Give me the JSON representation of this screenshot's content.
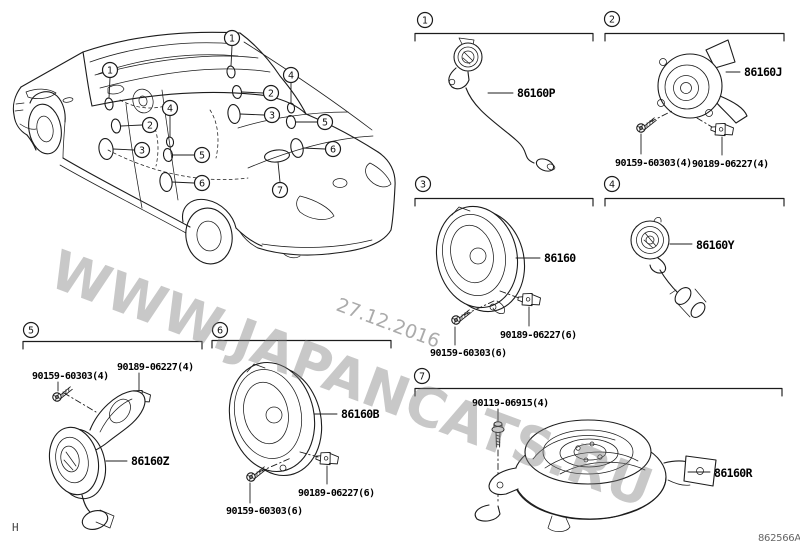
{
  "page": {
    "sheet_code": "H",
    "figure_code": "862566A"
  },
  "watermark": {
    "site": "WWW.JAPANCATS.RU",
    "date": "27.12.2016"
  },
  "car": {
    "front": [
      "1",
      "2",
      "3",
      "4",
      "5",
      "6"
    ],
    "rear": [
      "1",
      "2",
      "3",
      "4",
      "5",
      "6",
      "7"
    ]
  },
  "sections": {
    "s1": {
      "num": "1",
      "part": "86160P"
    },
    "s2": {
      "num": "2",
      "part": "86160J",
      "screw": "90159-60303(4)",
      "clip": "90189-06227(4)"
    },
    "s3": {
      "num": "3",
      "part": "86160",
      "clip": "90189-06227(6)",
      "screw": "90159-60303(6)"
    },
    "s4": {
      "num": "4",
      "part": "86160Y"
    },
    "s5": {
      "num": "5",
      "part": "86160Z",
      "screw": "90159-60303(4)",
      "clip": "90189-06227(4)"
    },
    "s6": {
      "num": "6",
      "part": "86160B",
      "clip": "90189-06227(6)",
      "screw": "90159-60303(6)"
    },
    "s7": {
      "num": "7",
      "part": "86160R",
      "bolt": "90119-06915(4)"
    }
  }
}
